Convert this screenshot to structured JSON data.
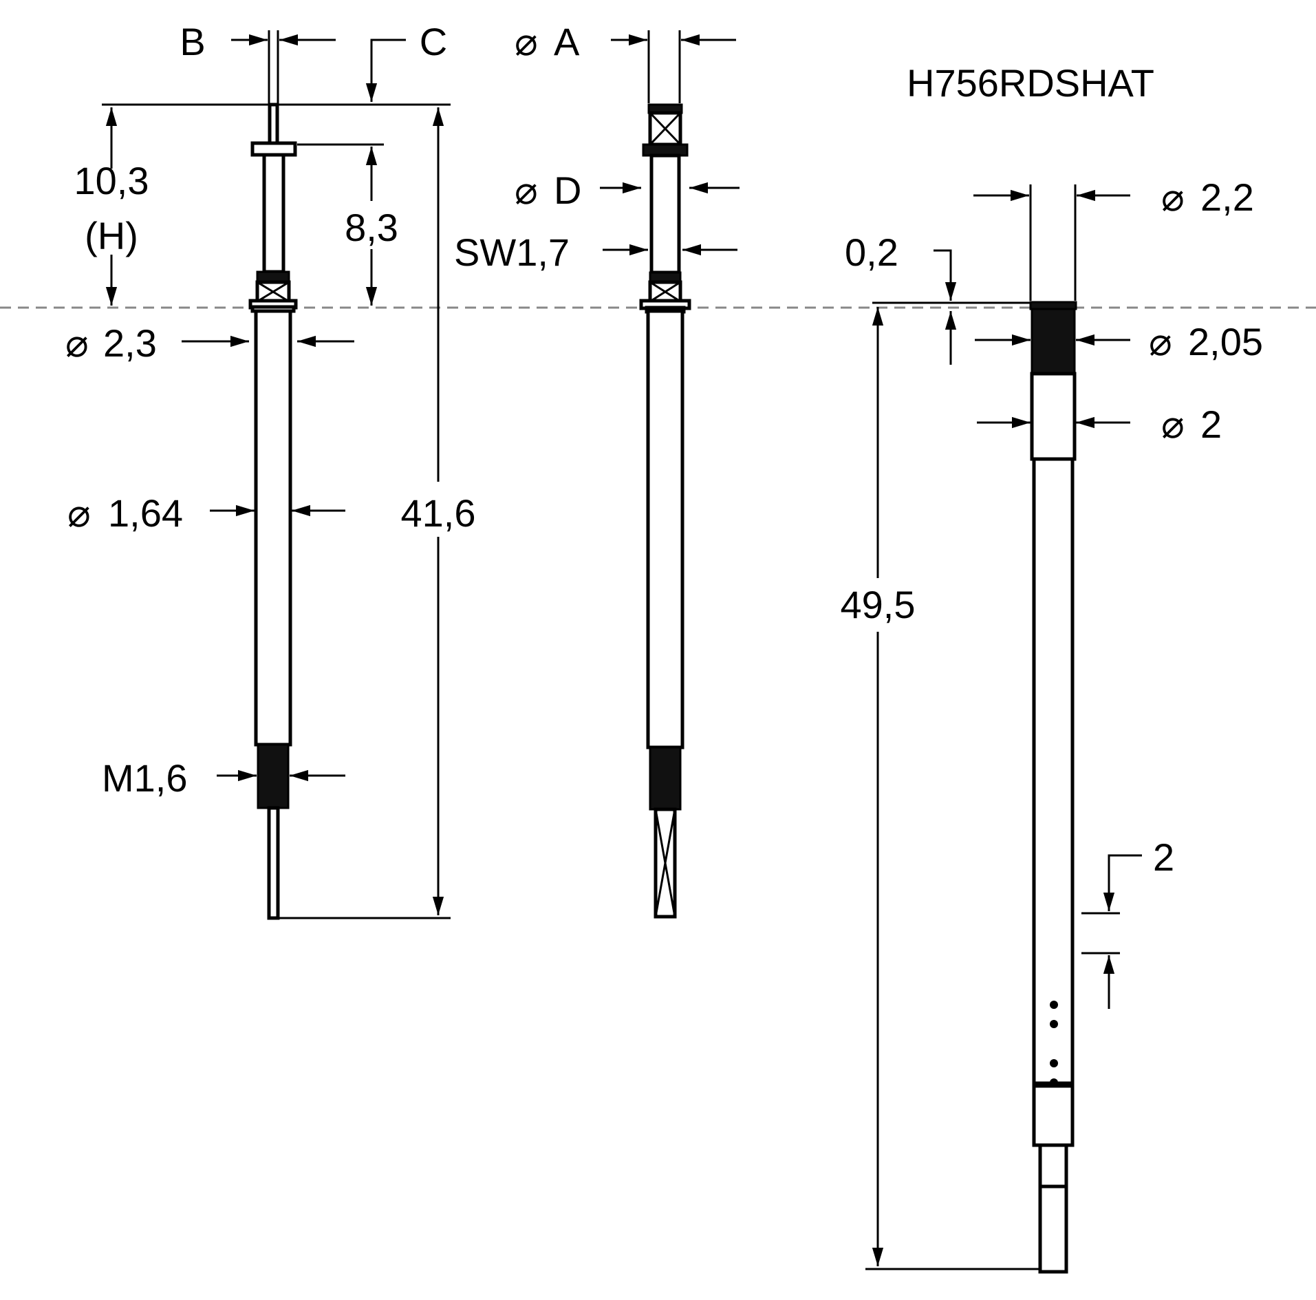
{
  "part_number": "H756RDSHAT",
  "labels": {
    "b": "B",
    "c": "C",
    "dia_a": "A",
    "dia_d": "D",
    "h_10_3": "10,3",
    "h_paren": "(H)",
    "h_8_3": "8,3",
    "sw": "SW1,7",
    "dia_2_3": "2,3",
    "dia_1_64": "1,64",
    "len_41_6": "41,6",
    "m_1_6": "M1,6",
    "dia_2_2": "2,2",
    "t_0_2": "0,2",
    "dia_2_05": "2,05",
    "dia_2": "2",
    "len_49_5": "49,5",
    "gap_2": "2"
  },
  "glyphs": {
    "diameter": "⌀"
  }
}
